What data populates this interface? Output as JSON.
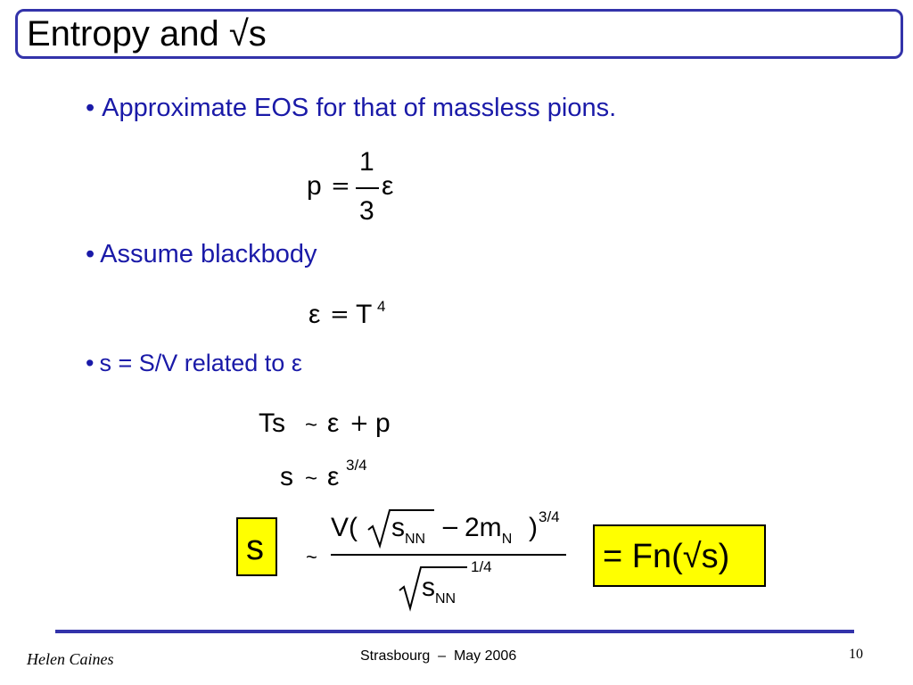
{
  "title": "Entropy and √s",
  "bullets": [
    "Approximate EOS for that of massless pions.",
    "Assume blackbody",
    "s = S/V related to ε"
  ],
  "bullet_symbol": "•",
  "eq1": {
    "lhs": "p",
    "op": "=",
    "num": "1",
    "den": "3",
    "rhs": "ε"
  },
  "eq2": {
    "lhs": "ε",
    "op": "=",
    "rhs": "T",
    "exp": "4"
  },
  "eq3": {
    "lhs": "Ts",
    "op": "~",
    "a": "ε",
    "plus": "+",
    "b": "p"
  },
  "eq4": {
    "lhs": "s",
    "op": "~",
    "rhs": "ε",
    "exp": "3/4"
  },
  "eq5": {
    "lhs": "s",
    "op": "~",
    "num_V": "V(",
    "num_s": "s",
    "num_sub": "NN",
    "minus": "−",
    "num_2m": "2m",
    "num_msub": "N",
    "num_close": ")",
    "num_exp": "3/4",
    "den_s": "s",
    "den_sub": "NN",
    "den_exp": "1/4",
    "result": "= Fn(√s)"
  },
  "footer": {
    "author": "Helen Caines",
    "event": "Strasbourg  –  May 2006",
    "page": "10"
  },
  "colors": {
    "accent": "#3333aa",
    "bullet_text": "#1a1aa8",
    "highlight": "#ffff00"
  }
}
